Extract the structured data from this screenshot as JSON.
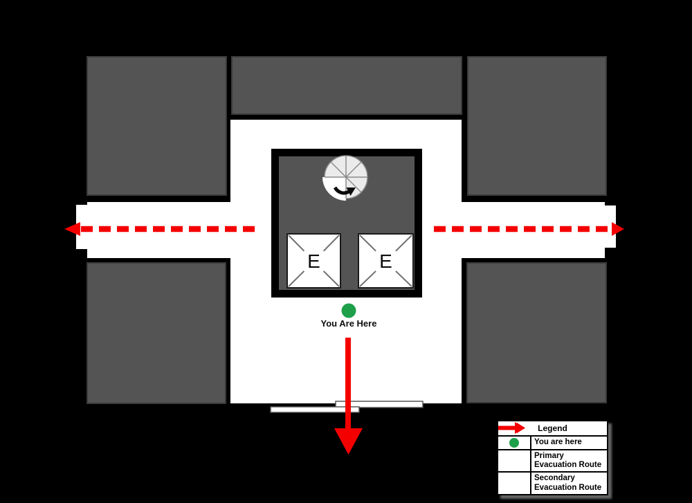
{
  "colors": {
    "background": "#000000",
    "wall": "#000000",
    "room_fill": "#545454",
    "room_border": "#3a3a3a",
    "corridor": "#ffffff",
    "route_red": "#f40000",
    "marker_green": "#1ea04b",
    "stair_fill": "#ebebeb",
    "stair_line": "#8c8c8c",
    "elevator_line": "#707070"
  },
  "plan": {
    "you_are_here_label": "You Are Here",
    "elevator_label": "E",
    "icons": {
      "stairwell": "spiral-staircase-icon",
      "elevator": "elevator-icon",
      "marker": "you-are-here-marker",
      "primary_route": "solid-red-arrow-icon",
      "secondary_route": "dashed-red-arrow-icon"
    }
  },
  "legend": {
    "title": "Legend",
    "items": [
      {
        "icon": "green-dot-icon",
        "label": "You are here"
      },
      {
        "icon": "solid-red-arrow-icon",
        "label": "Primary Evacuation Route"
      },
      {
        "icon": "dashed-red-arrow-icon",
        "label": "Secondary Evacuation Route"
      }
    ]
  }
}
